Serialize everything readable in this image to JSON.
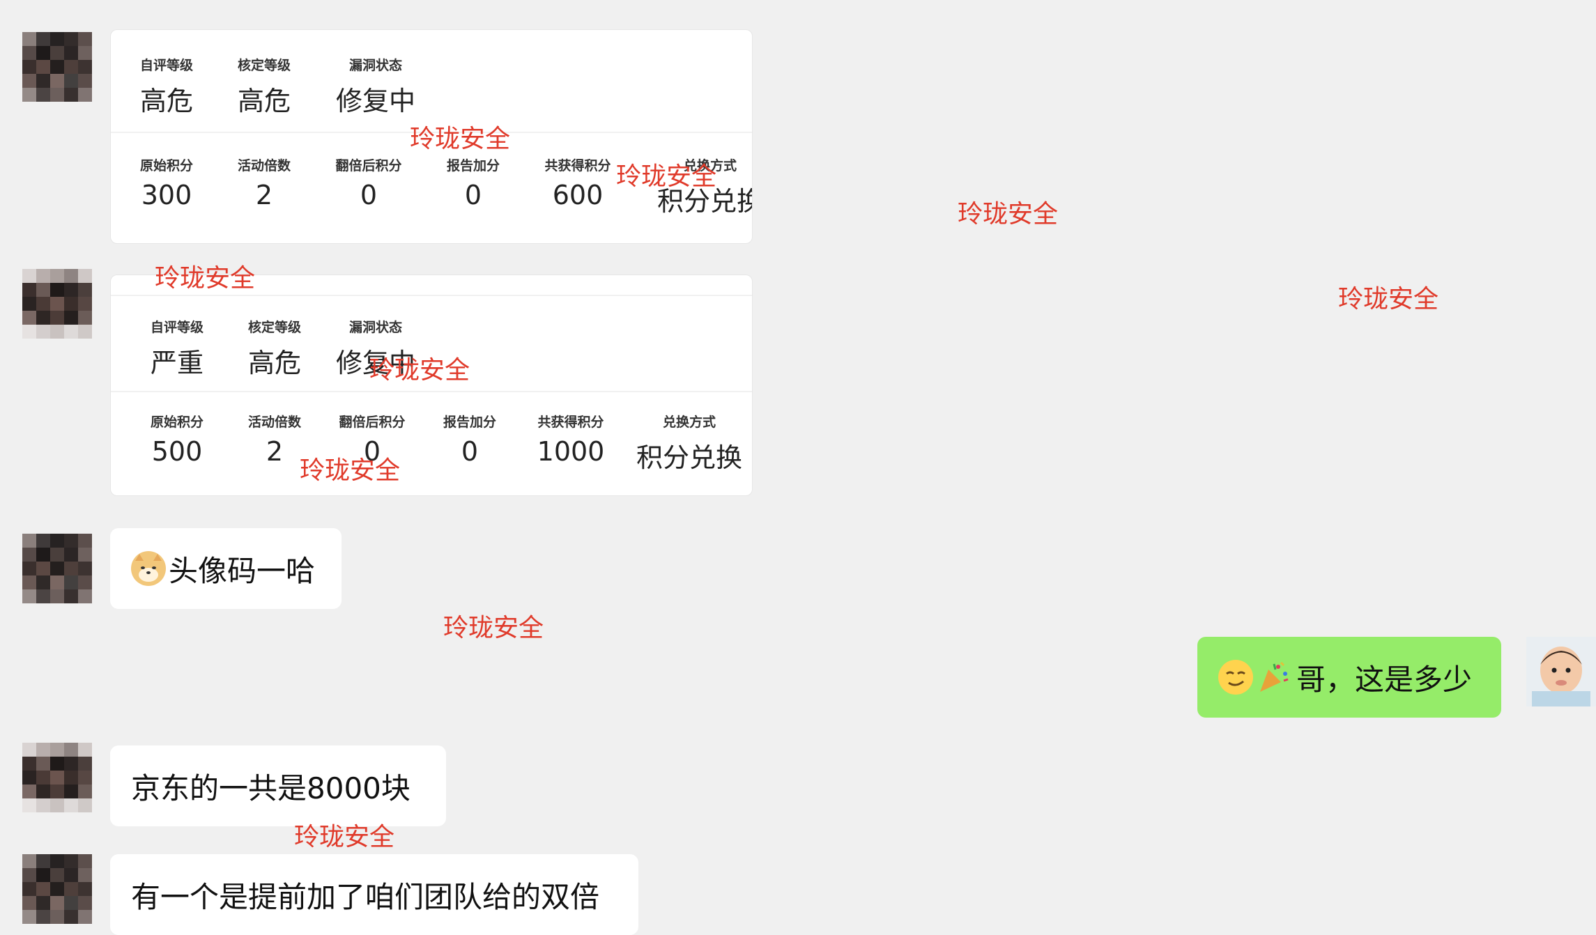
{
  "cards": [
    {
      "top_cells": [
        {
          "label": "自评等级",
          "value": "高危"
        },
        {
          "label": "核定等级",
          "value": "高危"
        },
        {
          "label": "漏洞状态",
          "value": "修复中"
        }
      ],
      "bottom_cells": [
        {
          "label": "原始积分",
          "value": "300"
        },
        {
          "label": "活动倍数",
          "value": "2"
        },
        {
          "label": "翻倍后积分",
          "value": "0"
        },
        {
          "label": "报告加分",
          "value": "0"
        },
        {
          "label": "共获得积分",
          "value": "600"
        },
        {
          "label": "兑换方式",
          "value": "积分兑换"
        }
      ]
    },
    {
      "top_cells": [
        {
          "label": "自评等级",
          "value": "严重"
        },
        {
          "label": "核定等级",
          "value": "高危"
        },
        {
          "label": "漏洞状态",
          "value": "修复中"
        }
      ],
      "bottom_cells": [
        {
          "label": "原始积分",
          "value": "500"
        },
        {
          "label": "活动倍数",
          "value": "2"
        },
        {
          "label": "翻倍后积分",
          "value": "0"
        },
        {
          "label": "报告加分",
          "value": "0"
        },
        {
          "label": "共获得积分",
          "value": "1000"
        },
        {
          "label": "兑换方式",
          "value": "积分兑换"
        }
      ]
    }
  ],
  "messages": [
    {
      "from": "other",
      "text": "头像码一哈",
      "emoji": "doge-icon"
    },
    {
      "from": "me",
      "text": "哥，这是多少",
      "emoji": "smirk-party-icon"
    },
    {
      "from": "other",
      "text": "京东的一共是8000块"
    },
    {
      "from": "other",
      "text": "有一个是提前加了咱们团队给的双倍"
    }
  ],
  "watermark": "玲珑安全",
  "colors": {
    "background": "#f0f0f0",
    "bubble_other": "#ffffff",
    "bubble_me": "#95ec69",
    "watermark": "#e03a2a"
  }
}
